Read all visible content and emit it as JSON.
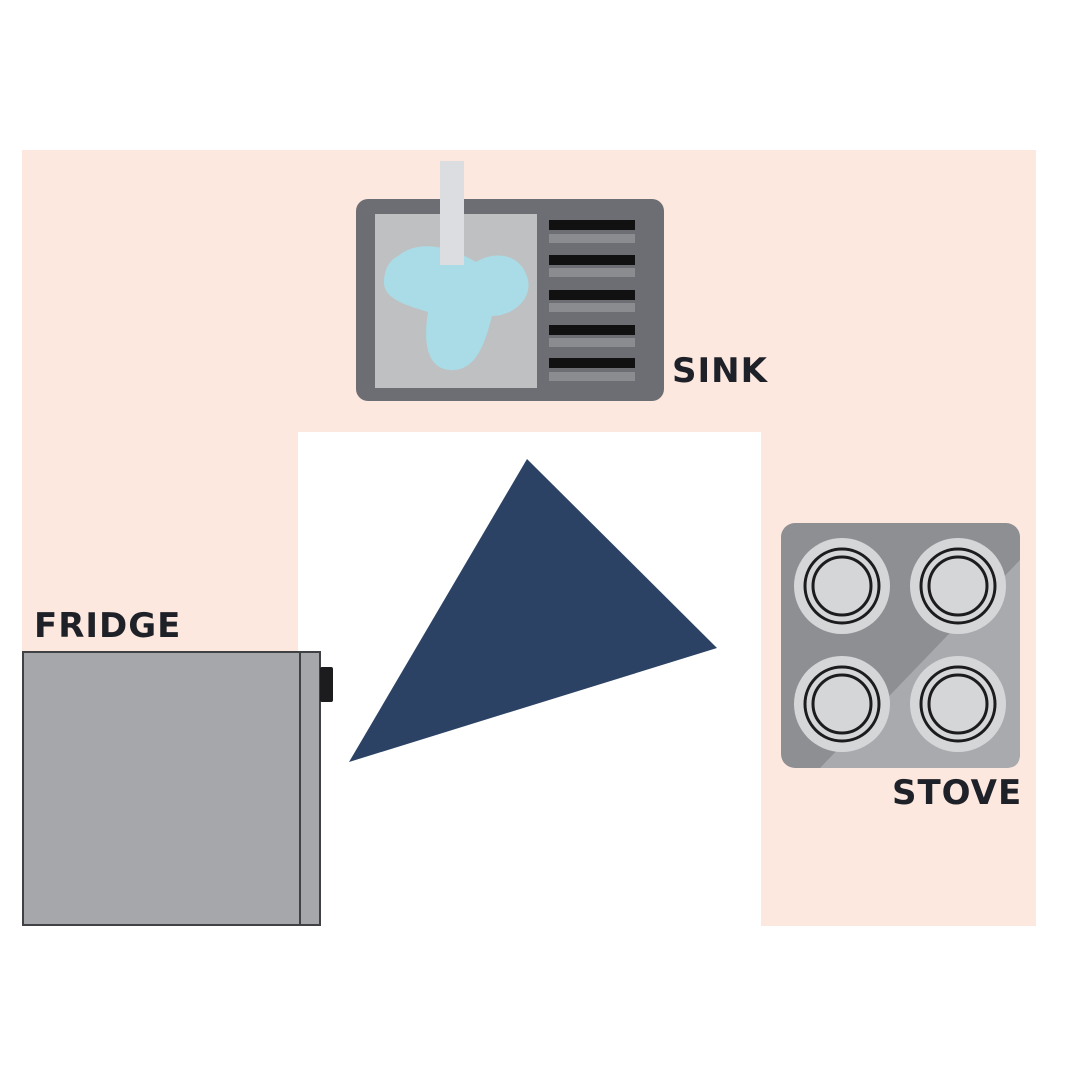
{
  "labels": {
    "sink": "SINK",
    "fridge": "FRIDGE",
    "stove": "STOVE"
  },
  "colors": {
    "background": "#ffffff",
    "countertop": "#fde8e0",
    "floor": "#ffffff",
    "triangle": "#2c4265",
    "label_text": "#1e2128",
    "sink_frame": "#6c6e73",
    "sink_basin": "#bfc0c2",
    "faucet": "#dcdde0",
    "water": "#a9dce6",
    "drainboard_dark": "#111111",
    "drainboard_light": "#8b8c90",
    "fridge_body": "#a6a7ab",
    "fridge_outline": "#3f4145",
    "stove_body": "#8e8f93",
    "stove_accent": "#a9aaae",
    "burner_ring": "#d5d6d8",
    "burner_line": "#1c1c1f"
  },
  "icons": {
    "sink": "sink-icon",
    "fridge": "fridge-icon",
    "stove": "stove-icon"
  }
}
